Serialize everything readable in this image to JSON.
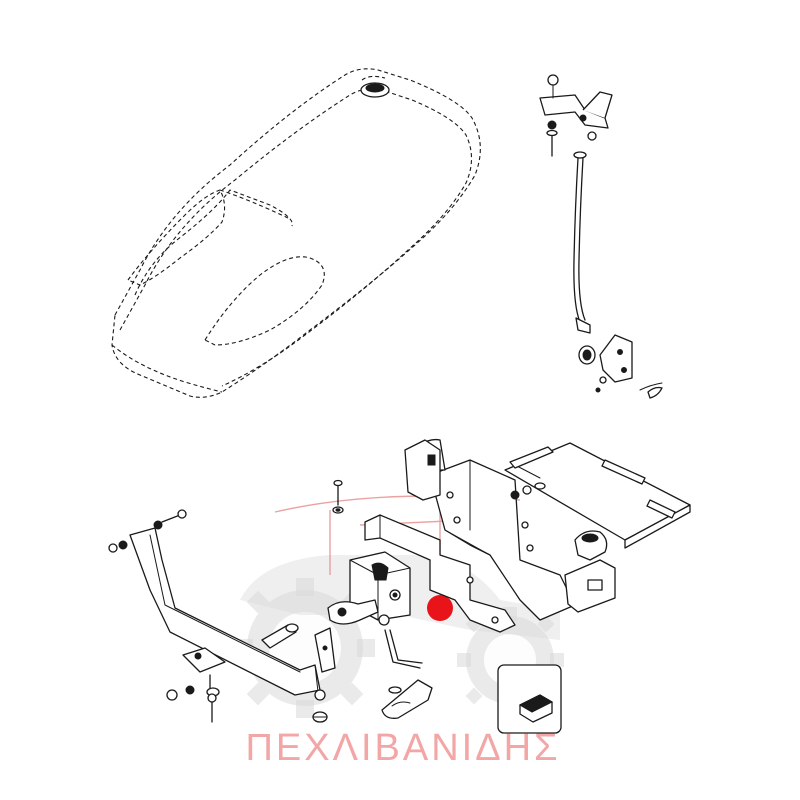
{
  "watermark": {
    "brand_text": "ΠΕΧΛΙΒΑΝΙΔΗΣ",
    "text_color": "#f2a6a6",
    "gear_color": "#d6d6d6",
    "line_color": "#e88a8a",
    "dot_color": "#e8141a"
  },
  "icons": [
    "tractor-seat",
    "seat-support-rod",
    "seat-suspension-bracket",
    "seat-adjustment-lever",
    "detail-inset-knob"
  ]
}
